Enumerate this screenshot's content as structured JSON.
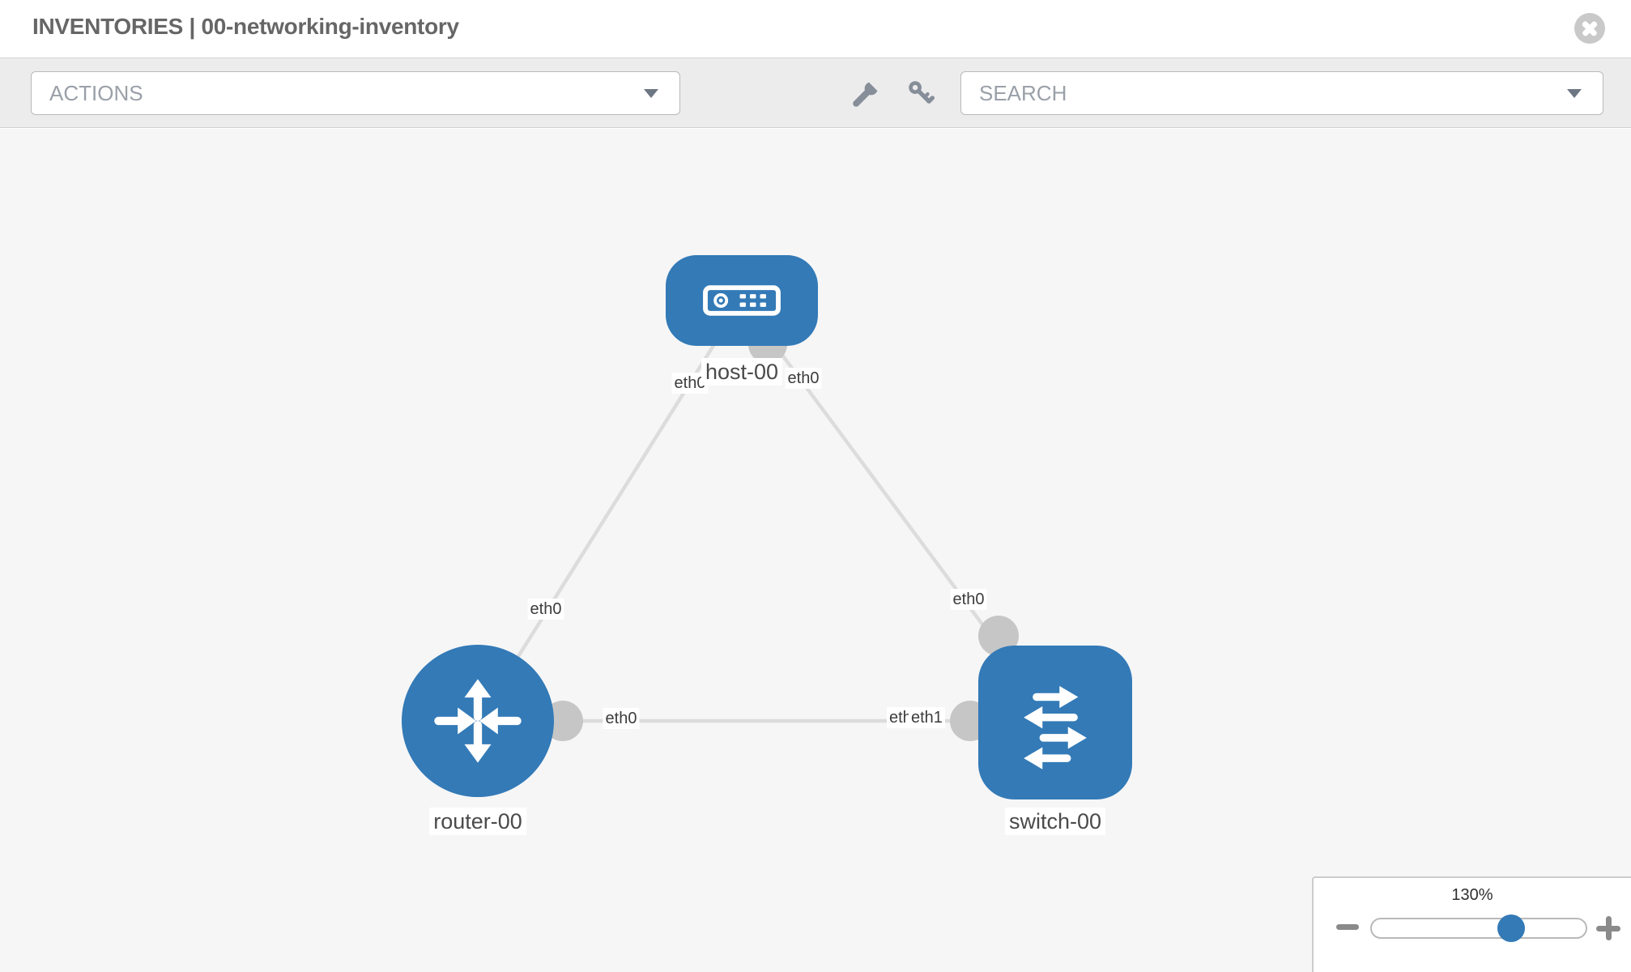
{
  "header": {
    "title": "INVENTORIES | 00-networking-inventory"
  },
  "toolbar": {
    "actions_label": "ACTIONS",
    "search_label": "SEARCH"
  },
  "diagram": {
    "nodes": {
      "host": {
        "label": "host-00",
        "type": "host"
      },
      "router": {
        "label": "router-00",
        "type": "router"
      },
      "switch": {
        "label": "switch-00",
        "type": "switch"
      }
    },
    "links": [
      {
        "from": "host-00",
        "to": "router-00",
        "from_interface": "eth0",
        "to_interface": "eth0"
      },
      {
        "from": "host-00",
        "to": "switch-00",
        "from_interface": "eth0",
        "to_interface": "eth0"
      },
      {
        "from": "router-00",
        "to": "switch-00",
        "from_interface": "eth0",
        "to_interface": "eth1"
      }
    ],
    "interface_labels": {
      "host_router_host_side": "eth0",
      "host_router_router_side": "eth0",
      "host_switch_host_side": "eth0",
      "host_switch_switch_side": "eth0",
      "router_switch_router_side": "eth0",
      "router_switch_switch_side_under": "eth0",
      "router_switch_switch_side_over": "eth1"
    }
  },
  "zoom_control": {
    "level": "130%"
  },
  "colors": {
    "node_blue": "#337ab7",
    "link_gray": "#dcdcdc",
    "endpoint_gray": "#c6c6c6",
    "canvas_bg": "#f6f6f6",
    "toolbar_bg": "#ececec"
  }
}
